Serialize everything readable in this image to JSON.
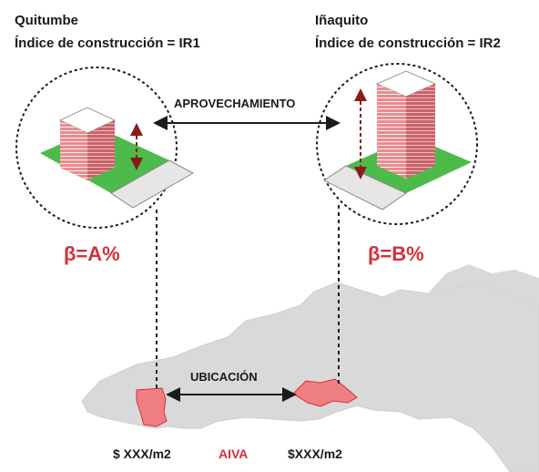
{
  "left": {
    "name": "Quitumbe",
    "index_label": "Índice de construcción = IR1",
    "beta": "β=A%",
    "price": "$ XXX/m2"
  },
  "right": {
    "name": "Iñaquito",
    "index_label": "Índice de construcción = IR2",
    "beta": "β=B%",
    "price": "$XXX/m2"
  },
  "labels": {
    "aprovechamiento": "APROVECHAMIENTO",
    "ubicacion": "UBICACIÓN",
    "aiva": "AIVA"
  },
  "colors": {
    "accent": "#d3303a",
    "building": "#e8878b",
    "building_roof": "#ffffff",
    "lawn": "#4cbb4a",
    "sidewalk": "#e6e6e6",
    "map": "#d9d9d9",
    "zone": "#f07f84"
  }
}
